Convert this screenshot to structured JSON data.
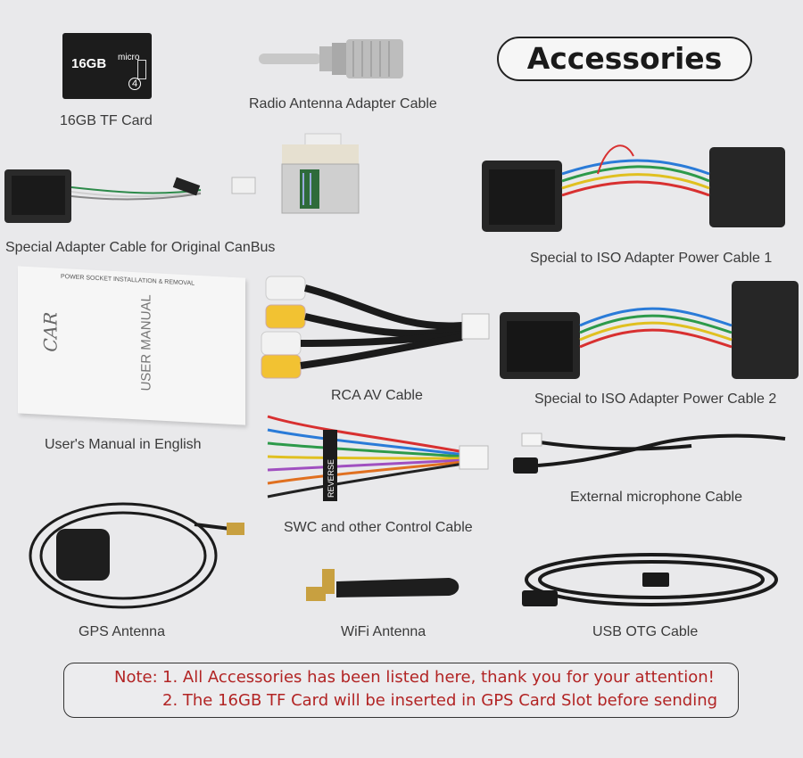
{
  "title": "Accessories",
  "items": [
    {
      "label": "16GB TF Card",
      "card_capacity": "16GB",
      "card_brand": "micro",
      "card_class": "4"
    },
    {
      "label": "Radio Antenna Adapter Cable"
    },
    {
      "label": "Special Adapter Cable for Original CanBus"
    },
    {
      "label": "Special to ISO Adapter Power Cable 1"
    },
    {
      "label": "User's Manual in English",
      "manual_header": "POWER SOCKET INSTALLATION & REMOVAL",
      "manual_brand": "CAR",
      "manual_title": "USER MANUAL"
    },
    {
      "label": "RCA AV Cable"
    },
    {
      "label": "Special to ISO Adapter Power Cable 2"
    },
    {
      "label": "SWC and other Control Cable",
      "tag_text": "REVERSE"
    },
    {
      "label": "External microphone Cable"
    },
    {
      "label": "GPS Antenna"
    },
    {
      "label": "WiFi Antenna"
    },
    {
      "label": "USB OTG Cable"
    }
  ],
  "note": {
    "prefix": "Note:",
    "line1": "1. All Accessories has been listed here, thank you for your attention!",
    "line2": "2. The 16GB TF Card will be inserted in GPS Card Slot before sending"
  },
  "colors": {
    "note_text": "#b22424",
    "background": "#e9e9eb"
  }
}
